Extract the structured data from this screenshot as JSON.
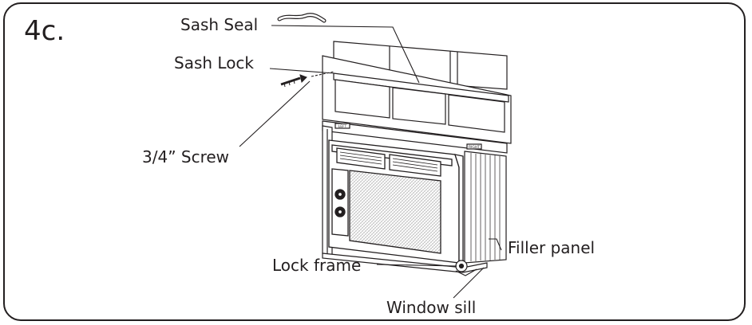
{
  "step_label": "4c.",
  "tag_left": "LEFT",
  "tag_right": "RIGHT",
  "labels": {
    "sash_seal": "Sash Seal",
    "sash_lock": "Sash Lock",
    "screw": "3/4” Screw",
    "lock_frame": "Lock frame",
    "filler_panel": "Filler panel",
    "window_sill": "Window sill"
  },
  "colors": {
    "line": "#231f20",
    "fill": "#ffffff",
    "grille": "#d9d9d9"
  }
}
